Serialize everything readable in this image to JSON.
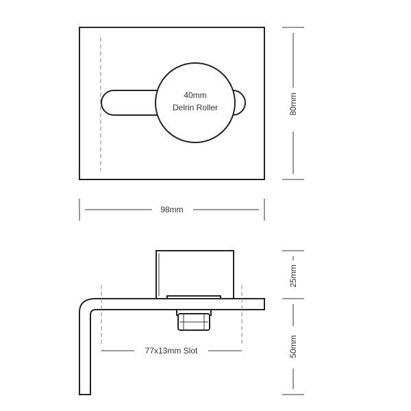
{
  "labels": {
    "roller_line1": "40mm",
    "roller_line2": "Delrin Roller",
    "width": "98mm",
    "height": "80mm",
    "roller_height": "25mm",
    "leg_height": "50mm",
    "slot": "77x13mm Slot"
  },
  "colors": {
    "line": "#222222",
    "dim": "#333333",
    "hidden": "#888888",
    "background": "#ffffff"
  }
}
